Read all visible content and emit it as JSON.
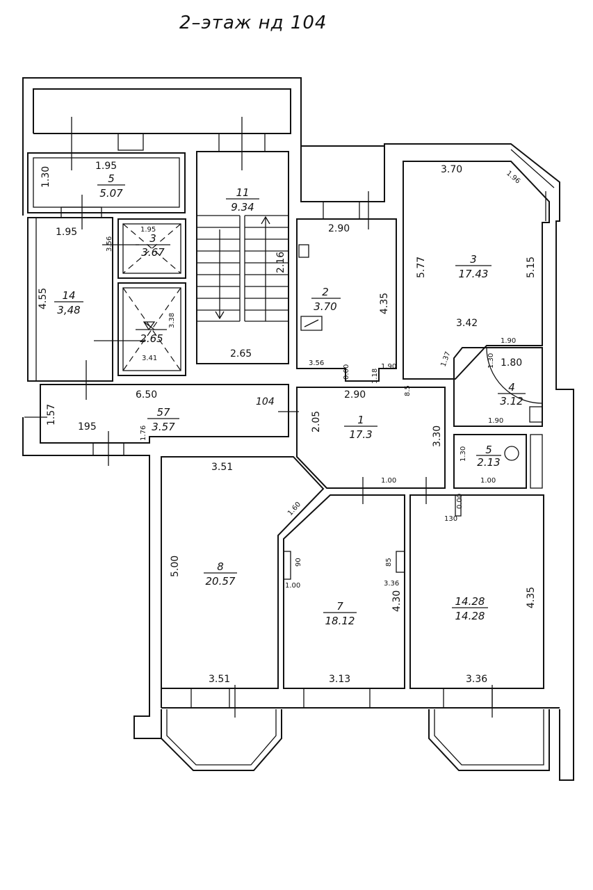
{
  "title": "2–этаж нд 104",
  "rooms": [
    {
      "n": "5",
      "a": "5.07"
    },
    {
      "n": "3",
      "a": "3.67"
    },
    {
      "n": "",
      "a": "2.65"
    },
    {
      "n": "14",
      "a": "3,48"
    },
    {
      "n": "11",
      "a": "9.34"
    },
    {
      "n": "2",
      "a": "3.70"
    },
    {
      "n": "3",
      "a": "17.43"
    },
    {
      "n": "4",
      "a": "3.12"
    },
    {
      "n": "5",
      "a": "2.13"
    },
    {
      "n": "57",
      "a": "3.57"
    },
    {
      "n": "1",
      "a": "17.3"
    },
    {
      "n": "8",
      "a": "20.57"
    },
    {
      "n": "7",
      "a": "18.12"
    },
    {
      "n": "14.28",
      "a": "14.28"
    }
  ],
  "dims": [
    "1.95",
    "1.30",
    "1.95",
    "4.55",
    "1.95",
    "3.56",
    "3.38",
    "3.41",
    "2.16",
    "2.65",
    "2.90",
    "4.35",
    "3.56",
    "0.00",
    "1.18",
    "1.90",
    "3.70",
    "1.96",
    "5.77",
    "5.15",
    "3.42",
    "1.90",
    "1.37",
    "1.30",
    "1.80",
    "2.90",
    "8.5",
    "2.05",
    "3.30",
    "1.00",
    "1.90",
    "1.30",
    "1.00",
    "0.00",
    "130",
    "6.50",
    "104",
    "1.57",
    "195",
    "1.76",
    "3.51",
    "1.60",
    "5.00",
    "90",
    "1.00",
    "85",
    "3.36",
    "4.30",
    "4.35",
    "3.51",
    "3.13",
    "3.36"
  ]
}
